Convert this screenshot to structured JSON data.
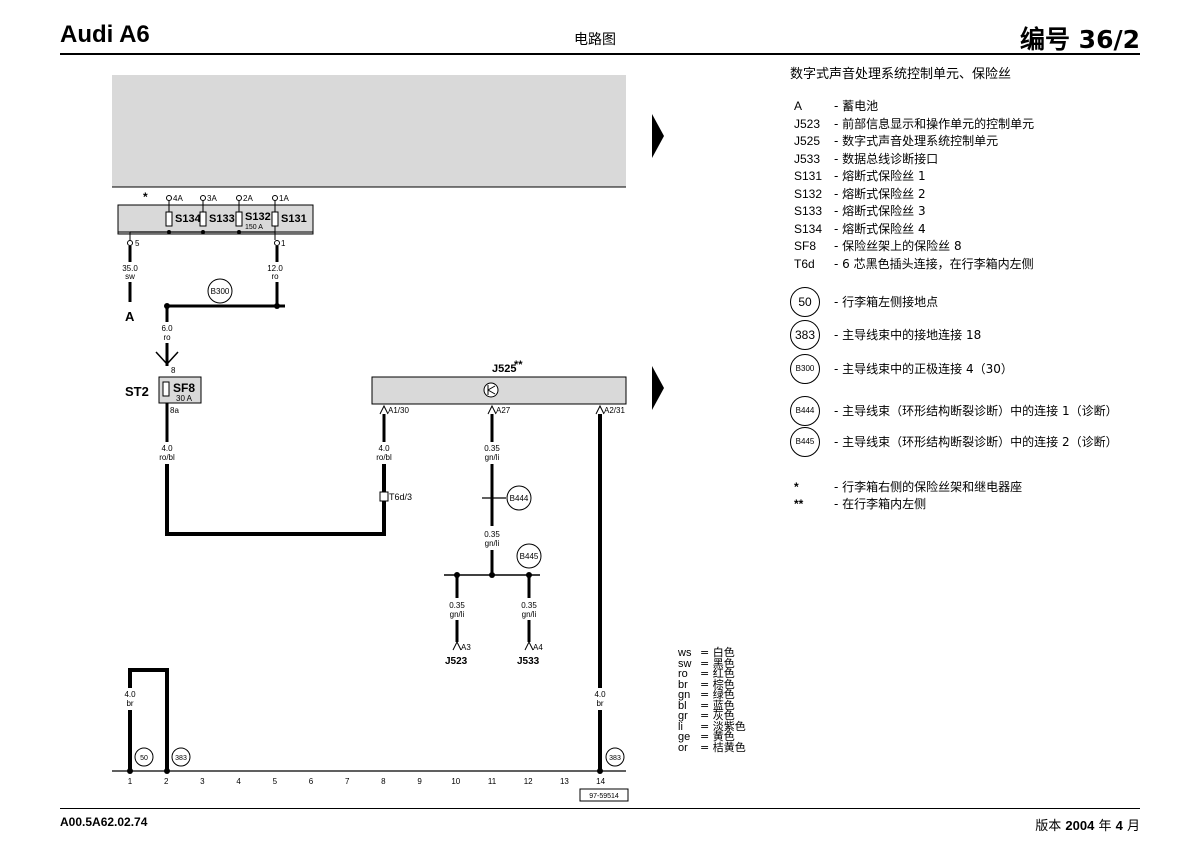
{
  "header": {
    "brand": "Audi A6",
    "center": "电路图",
    "number": "编号 36/2"
  },
  "footer": {
    "code": "A00.5A62.02.74",
    "version_prefix": "版本",
    "version_year": "2004",
    "version_mid": "年",
    "version_month": "4",
    "version_suffix": "月"
  },
  "legend": {
    "title": "数字式声音处理系统控制单元、保险丝",
    "items": [
      {
        "code": "A",
        "desc": "- 蓄电池"
      },
      {
        "code": "J523",
        "desc": "- 前部信息显示和操作单元的控制单元"
      },
      {
        "code": "J525",
        "desc": "- 数字式声音处理系统控制单元"
      },
      {
        "code": "J533",
        "desc": "- 数据总线诊断接口"
      },
      {
        "code": "S131",
        "desc": "- 熔断式保险丝 1"
      },
      {
        "code": "S132",
        "desc": "- 熔断式保险丝 2"
      },
      {
        "code": "S133",
        "desc": "- 熔断式保险丝 3"
      },
      {
        "code": "S134",
        "desc": "- 熔断式保险丝 4"
      },
      {
        "code": "SF8",
        "desc": "- 保险丝架上的保险丝 8"
      },
      {
        "code": "T6d",
        "desc": "- 6 芯黑色插头连接，在行李箱内左侧"
      }
    ],
    "circled": [
      {
        "code": "50",
        "desc": "- 行李箱左侧接地点"
      },
      {
        "code": "383",
        "desc": "- 主导线束中的接地连接 18"
      },
      {
        "code": "B300",
        "desc": "- 主导线束中的正极连接 4（30）"
      },
      {
        "code": "B444",
        "desc": "- 主导线束（环形结构断裂诊断）中的连接 1（诊断）"
      },
      {
        "code": "B445",
        "desc": "- 主导线束（环形结构断裂诊断）中的连接 2（诊断）"
      }
    ],
    "notes": [
      {
        "mark": "*",
        "desc": "- 行李箱右侧的保险丝架和继电器座"
      },
      {
        "mark": "**",
        "desc": "- 在行李箱内左侧"
      }
    ]
  },
  "color_codes": [
    {
      "code": "ws",
      "name": "= 白色"
    },
    {
      "code": "sw",
      "name": "= 黑色"
    },
    {
      "code": "ro",
      "name": "= 红色"
    },
    {
      "code": "br",
      "name": "= 棕色"
    },
    {
      "code": "gn",
      "name": "= 绿色"
    },
    {
      "code": "bl",
      "name": "= 蓝色"
    },
    {
      "code": "gr",
      "name": "= 灰色"
    },
    {
      "code": "li",
      "name": "= 淡紫色"
    },
    {
      "code": "ge",
      "name": "= 黄色"
    },
    {
      "code": "or",
      "name": "= 桔黄色"
    }
  ],
  "diagram": {
    "fuse_box_mark": "*",
    "fuse_terminals": [
      "4A",
      "3A",
      "2A",
      "1A"
    ],
    "fuse_labels": {
      "s134": "S134",
      "s133": "S133",
      "s132": "S132",
      "s132_rating": "150 A",
      "s131": "S131"
    },
    "fuse_outputs": {
      "left": "5",
      "right": "1"
    },
    "wire_35": {
      "size": "35.0",
      "color": "sw"
    },
    "wire_12": {
      "size": "12.0",
      "color": "ro"
    },
    "battery": "A",
    "b300": "B300",
    "wire_6": {
      "size": "6.0",
      "color": "ro"
    },
    "st2": "ST2",
    "sf8": "SF8",
    "sf8_rating": "30 A",
    "sf8_in": "8",
    "sf8_out": "8a",
    "wire_4_robl_left": {
      "size": "4.0",
      "color": "ro/bl"
    },
    "j525": "J525",
    "j525_mark": "**",
    "j525_pins": {
      "a1": "A1/30",
      "a27": "A27",
      "a2": "A2/31"
    },
    "wire_4_robl_right": {
      "size": "4.0",
      "color": "ro/bl"
    },
    "t6d": "T6d/3",
    "wire_gnli_1": {
      "size": "0.35",
      "color": "gn/li"
    },
    "b444": "B444",
    "wire_gnli_2": {
      "size": "0.35",
      "color": "gn/li"
    },
    "b445": "B445",
    "wire_gnli_3": {
      "size": "0.35",
      "color": "gn/li"
    },
    "wire_gnli_4": {
      "size": "0.35",
      "color": "gn/li"
    },
    "j523_pin": "A3",
    "j523": "J523",
    "j533_pin": "A4",
    "j533": "J533",
    "wire_4_br_left": {
      "size": "4.0",
      "color": "br"
    },
    "wire_4_br_right": {
      "size": "4.0",
      "color": "br"
    },
    "ground_50": "50",
    "ground_383_a": "383",
    "ground_383_b": "383",
    "track_numbers": [
      "1",
      "2",
      "3",
      "4",
      "5",
      "6",
      "7",
      "8",
      "9",
      "10",
      "11",
      "12",
      "13",
      "14"
    ],
    "ref": "97-59514"
  }
}
